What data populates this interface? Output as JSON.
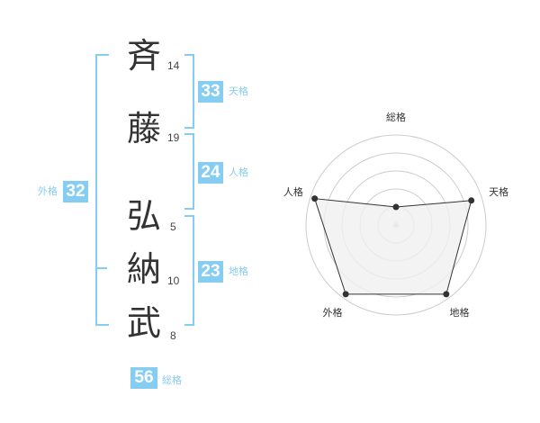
{
  "characters": [
    {
      "kanji": "斉",
      "strokes": "14"
    },
    {
      "kanji": "藤",
      "strokes": "19"
    },
    {
      "kanji": "弘",
      "strokes": "5"
    },
    {
      "kanji": "納",
      "strokes": "10"
    },
    {
      "kanji": "武",
      "strokes": "8"
    }
  ],
  "fortunes": {
    "tenkaku": {
      "value": "33",
      "label": "天格"
    },
    "jinkaku": {
      "value": "24",
      "label": "人格"
    },
    "chikaku": {
      "value": "23",
      "label": "地格"
    },
    "gaikaku": {
      "value": "32",
      "label": "外格"
    },
    "soukaku": {
      "value": "56",
      "label": "総格"
    }
  },
  "colors": {
    "accent": "#86cdf3",
    "kanji": "#333333",
    "radar_fill": "#f0f0f0",
    "radar_grid": "#cccccc"
  },
  "chart_data": {
    "type": "radar",
    "axes": [
      "総格",
      "天格",
      "地格",
      "外格",
      "人格"
    ],
    "values": [
      0.2,
      0.88,
      0.95,
      0.95,
      0.95
    ],
    "range": [
      0,
      1
    ],
    "rings": 5,
    "title": ""
  }
}
